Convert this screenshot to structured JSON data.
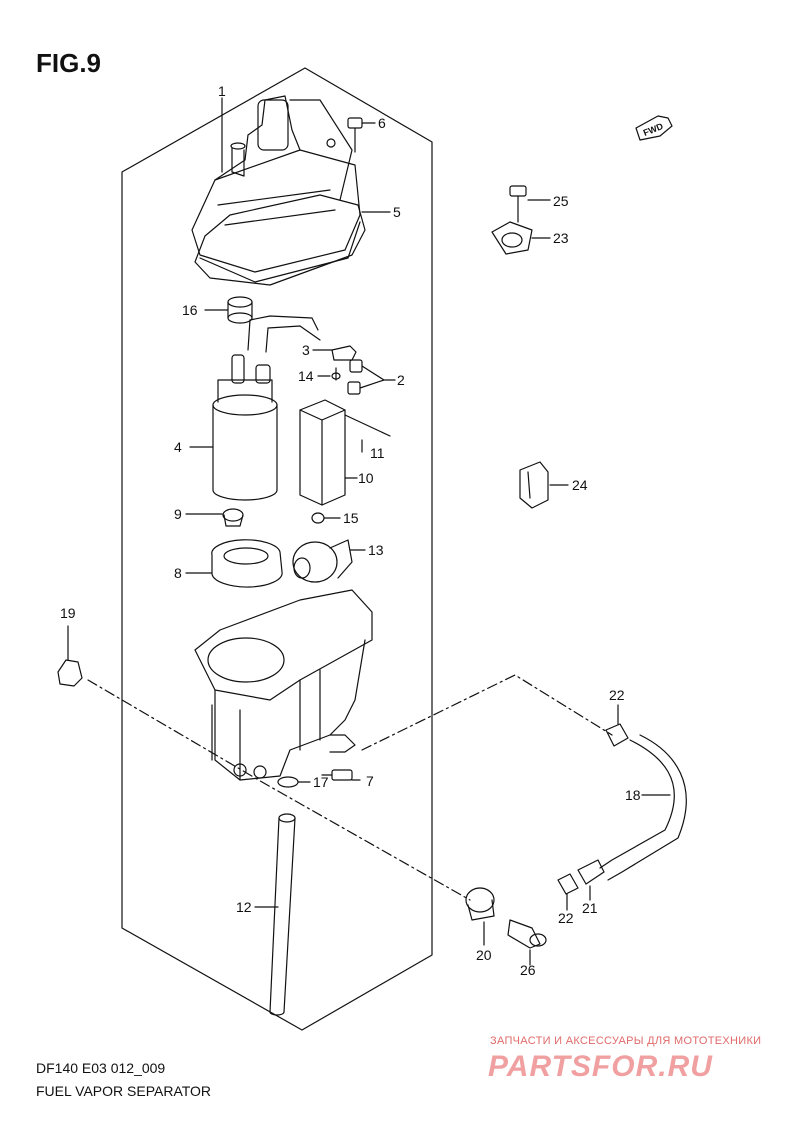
{
  "figure": {
    "title": "FIG.9"
  },
  "footer": {
    "code": "DF140 E03 012_009",
    "caption": "FUEL VAPOR SEPARATOR"
  },
  "watermark": {
    "line1": "ЗАПЧАСТИ И АКСЕССУАРЫ ДЛЯ МОТОТЕХНИКИ",
    "line2": "PARTSFOR.RU"
  },
  "fwd_label": "FWD",
  "callouts": {
    "p1": "1",
    "p2": "2",
    "p3": "3",
    "p4": "4",
    "p5": "5",
    "p6": "6",
    "p7": "7",
    "p8": "8",
    "p9": "9",
    "p10": "10",
    "p11": "11",
    "p12": "12",
    "p13": "13",
    "p14": "14",
    "p15": "15",
    "p16": "16",
    "p17": "17",
    "p18": "18",
    "p19": "19",
    "p20": "20",
    "p21": "21",
    "p22a": "22",
    "p22b": "22",
    "p23": "23",
    "p24": "24",
    "p25": "25",
    "p26": "26"
  },
  "colors": {
    "line": "#111111",
    "watermark": "#e06a6a"
  }
}
